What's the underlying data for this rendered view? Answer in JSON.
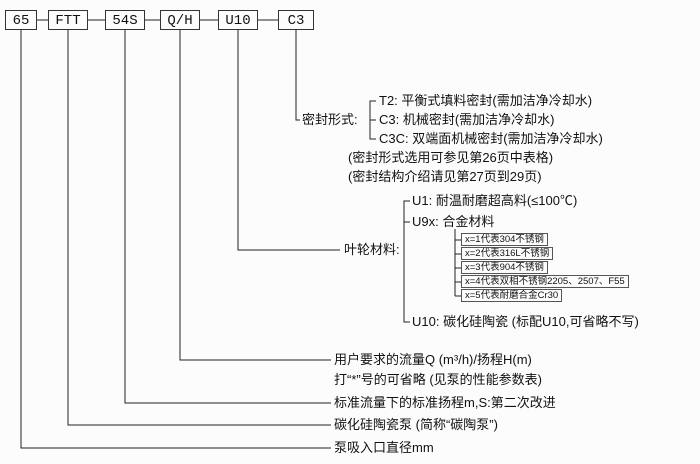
{
  "model_code": {
    "segments": [
      "65",
      "FTT",
      "54S",
      "Q/H",
      "U10",
      "C3"
    ]
  },
  "seal": {
    "label": "密封形式:",
    "options": [
      "T2: 平衡式填料密封(需加洁净冷却水)",
      "C3: 机械密封(需加洁净冷却水)",
      "C3C: 双端面机械密封(需加洁净冷却水)"
    ],
    "notes": [
      "(密封形式选用可参见第26页中表格)",
      "(密封结构介绍请见第27页到29页)"
    ]
  },
  "impeller": {
    "label": "叶轮材料:",
    "option_u1": "U1: 耐温耐磨超高料(≤100℃)",
    "option_u9x": "U9x: 合金材料",
    "u9x_variants": [
      "x=1代表304不锈钢",
      "x=2代表316L不锈钢",
      "x=3代表904不锈钢",
      "x=4代表双相不锈钢2205、2507、F55",
      "x=5代表耐磨合金Cr30"
    ],
    "option_u10": "U10: 碳化硅陶瓷 (标配U10,可省略不写)"
  },
  "flow": {
    "line1": "用户要求的流量Q (m³/h)/扬程H(m)",
    "line2": "打“*”号的可省略 (见泵的性能参数表)"
  },
  "head_note": "标准流量下的标准扬程m,S:第二次改进",
  "pump_type_note": "碳化硅陶瓷泵 (简称“碳陶泵”)",
  "inlet_note": "泵吸入口直径mm"
}
